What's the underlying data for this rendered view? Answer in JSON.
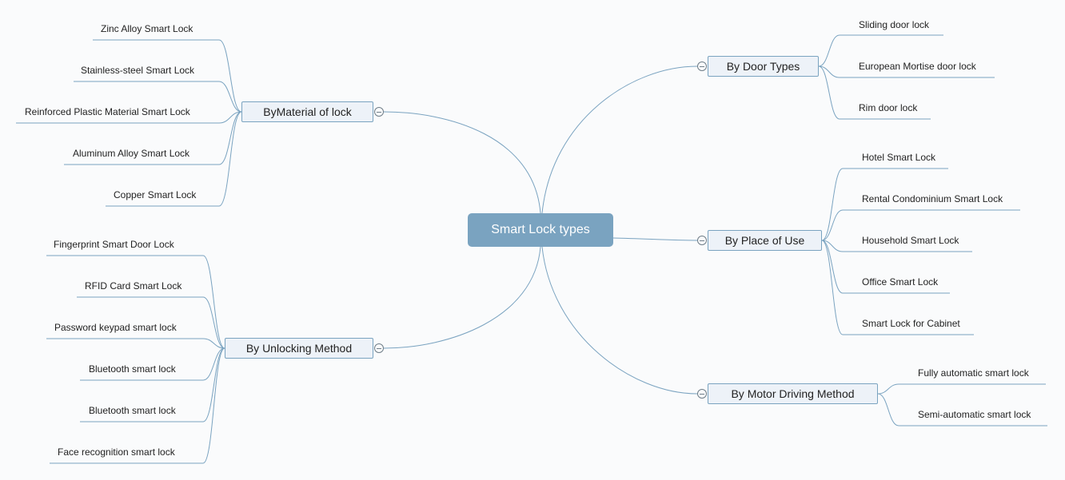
{
  "mindmap": {
    "center": "Smart Lock types",
    "branches": [
      {
        "label": "ByMaterial of lock",
        "children": [
          "Zinc Alloy Smart Lock",
          "Stainless-steel Smart Lock",
          "Reinforced Plastic Material Smart Lock",
          "Aluminum Alloy Smart Lock",
          "Copper Smart Lock"
        ]
      },
      {
        "label": "By Unlocking Method",
        "children": [
          "Fingerprint Smart Door Lock",
          "RFID Card Smart Lock",
          "Password keypad smart lock",
          "Bluetooth smart lock",
          "Bluetooth smart lock",
          "Face recognition smart lock"
        ]
      },
      {
        "label": "By Door Types",
        "children": [
          "Sliding door lock",
          "European Mortise door lock",
          "Rim door lock"
        ]
      },
      {
        "label": "By Place of Use",
        "children": [
          "Hotel Smart Lock",
          "Rental Condominium Smart Lock",
          "Household Smart Lock",
          "Office Smart Lock",
          "Smart Lock for Cabinet"
        ]
      },
      {
        "label": "By Motor Driving Method",
        "children": [
          "Fully automatic smart lock",
          "Semi-automatic smart lock"
        ]
      }
    ]
  },
  "colors": {
    "line": "#7aa3c0",
    "center_bg": "#7aa3c0",
    "branch_bg": "#edf2f8",
    "toggle": "#6f7d88"
  },
  "icons": {
    "collapse": "collapse-minus-icon"
  }
}
